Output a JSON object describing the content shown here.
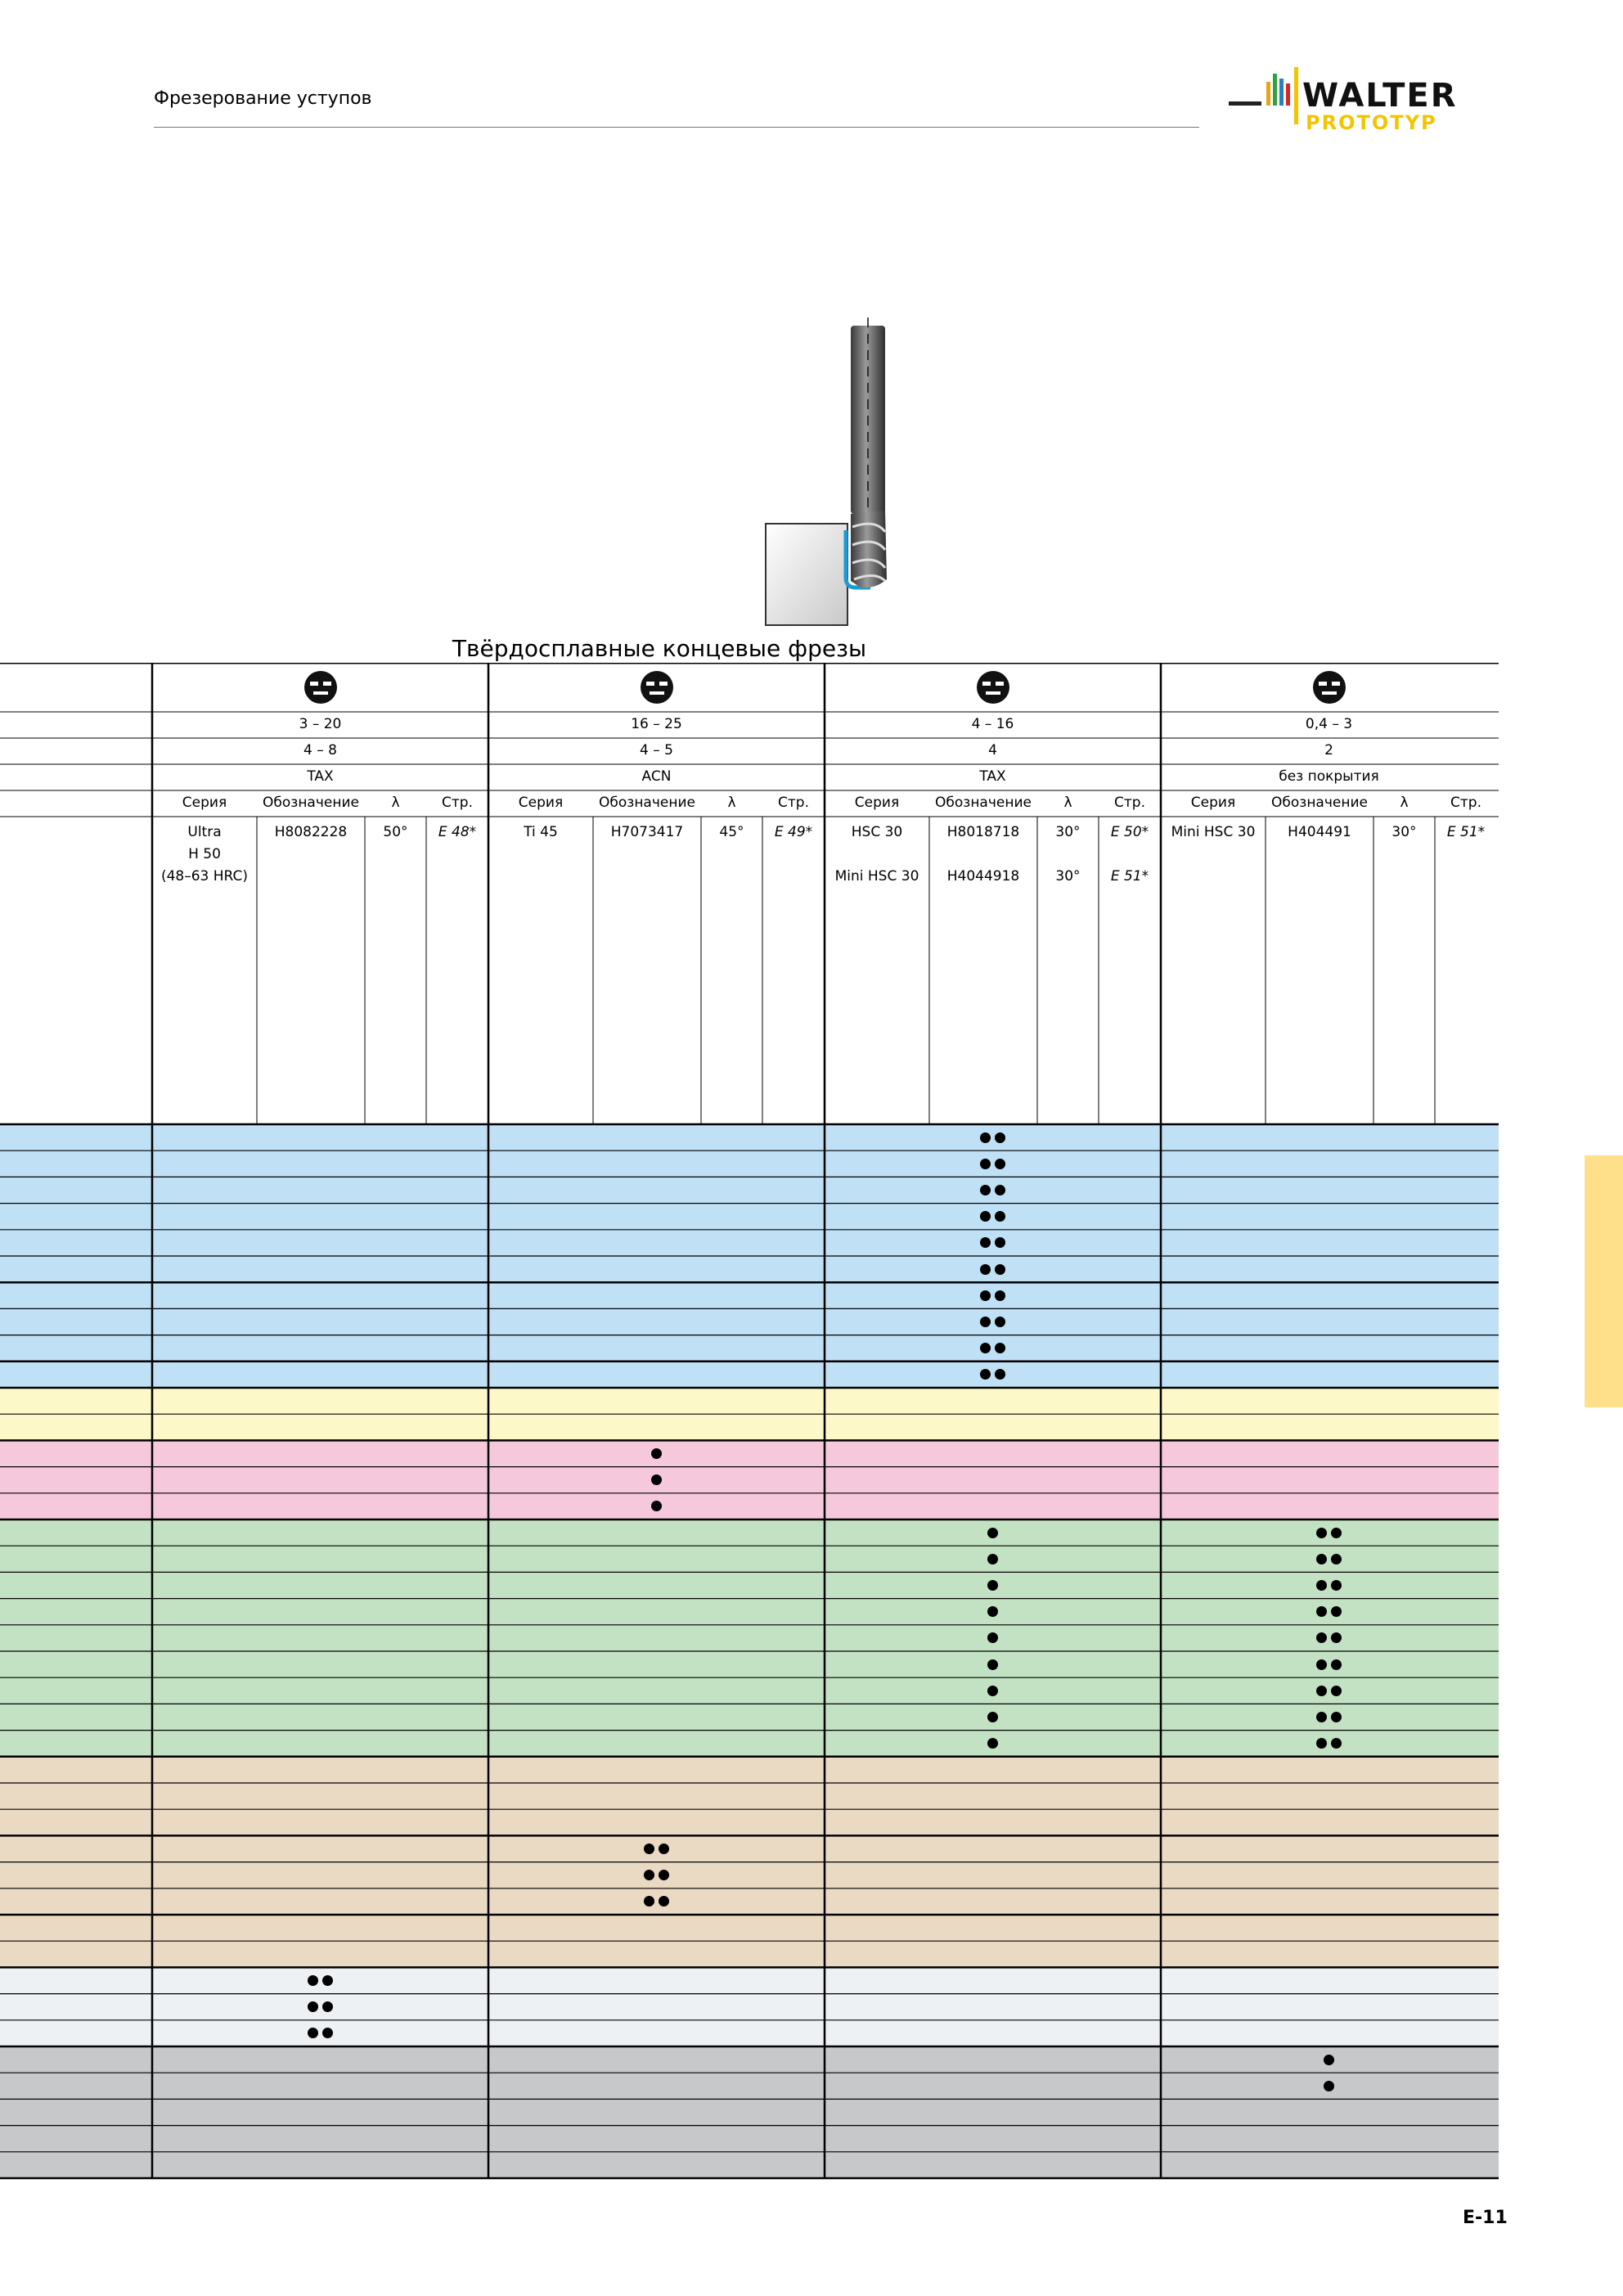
{
  "header": {
    "title": "Фрезерование уступов"
  },
  "logo": {
    "brand": "WALTER",
    "sub": "PROTOTYP"
  },
  "section_title": "Твёрдосплавные концевые фрезы",
  "page_number": "E-11",
  "groups": [
    {
      "range": "3 – 20",
      "teeth": "4 – 8",
      "coating": "TAX",
      "col_labels": [
        "Серия",
        "Обозначение",
        "λ",
        "Стр."
      ],
      "rows": [
        {
          "series": "Ultra\nH 50\n(48–63 HRC)",
          "designation": "H8082228",
          "lambda": "50°",
          "page": "E 48*"
        }
      ]
    },
    {
      "range": "16 – 25",
      "teeth": "4 – 5",
      "coating": "ACN",
      "col_labels": [
        "Серия",
        "Обозначение",
        "λ",
        "Стр."
      ],
      "rows": [
        {
          "series": "Ti 45",
          "designation": "H7073417",
          "lambda": "45°",
          "page": "E 49*"
        }
      ]
    },
    {
      "range": "4 – 16",
      "teeth": "4",
      "coating": "TAX",
      "col_labels": [
        "Серия",
        "Обозначение",
        "λ",
        "Стр."
      ],
      "rows": [
        {
          "series": "HSC 30",
          "designation": "H8018718",
          "lambda": "30°",
          "page": "E 50*"
        },
        {
          "series": "Mini HSC 30",
          "designation": "H4044918",
          "lambda": "30°",
          "page": "E 51*"
        }
      ]
    },
    {
      "range": "0,4 – 3",
      "teeth": "2",
      "coating": "без покрытия",
      "col_labels": [
        "Серия",
        "Обозначение",
        "λ",
        "Стр."
      ],
      "rows": [
        {
          "series": "Mini HSC 30",
          "designation": "H404491",
          "lambda": "30°",
          "page": "E 51*"
        }
      ]
    }
  ],
  "material_band_colors": {
    "P": "#bfe0f5",
    "M": "#fdf8c8",
    "K": "#f6c8dc",
    "N": "#c3e2c3",
    "S": "#ead9c3",
    "H": "#eef1f4",
    "O": "#c7c8ca"
  },
  "material_rows": [
    {
      "band": "P",
      "marks": [
        0,
        0,
        2,
        0
      ]
    },
    {
      "band": "P",
      "marks": [
        0,
        0,
        2,
        0
      ]
    },
    {
      "band": "P",
      "marks": [
        0,
        0,
        2,
        0
      ]
    },
    {
      "band": "P",
      "marks": [
        0,
        0,
        2,
        0
      ]
    },
    {
      "band": "P",
      "marks": [
        0,
        0,
        2,
        0
      ]
    },
    {
      "band": "P",
      "marks": [
        0,
        0,
        2,
        0
      ]
    },
    {
      "band": "P",
      "marks": [
        0,
        0,
        2,
        0
      ]
    },
    {
      "band": "P",
      "marks": [
        0,
        0,
        2,
        0
      ]
    },
    {
      "band": "P",
      "marks": [
        0,
        0,
        2,
        0
      ]
    },
    {
      "band": "P",
      "marks": [
        0,
        0,
        2,
        0
      ]
    },
    {
      "band": "M",
      "marks": [
        0,
        0,
        0,
        0
      ]
    },
    {
      "band": "M",
      "marks": [
        0,
        0,
        0,
        0
      ]
    },
    {
      "band": "K",
      "marks": [
        0,
        1,
        0,
        0
      ]
    },
    {
      "band": "K",
      "marks": [
        0,
        1,
        0,
        0
      ]
    },
    {
      "band": "K",
      "marks": [
        0,
        1,
        0,
        0
      ]
    },
    {
      "band": "N",
      "marks": [
        0,
        0,
        1,
        2
      ]
    },
    {
      "band": "N",
      "marks": [
        0,
        0,
        1,
        2
      ]
    },
    {
      "band": "N",
      "marks": [
        0,
        0,
        1,
        2
      ]
    },
    {
      "band": "N",
      "marks": [
        0,
        0,
        1,
        2
      ]
    },
    {
      "band": "N",
      "marks": [
        0,
        0,
        1,
        2
      ]
    },
    {
      "band": "N",
      "marks": [
        0,
        0,
        1,
        2
      ]
    },
    {
      "band": "N",
      "marks": [
        0,
        0,
        1,
        2
      ]
    },
    {
      "band": "N",
      "marks": [
        0,
        0,
        1,
        2
      ]
    },
    {
      "band": "N",
      "marks": [
        0,
        0,
        1,
        2
      ]
    },
    {
      "band": "S",
      "marks": [
        0,
        0,
        0,
        0
      ]
    },
    {
      "band": "S",
      "marks": [
        0,
        0,
        0,
        0
      ]
    },
    {
      "band": "S",
      "marks": [
        0,
        0,
        0,
        0
      ]
    },
    {
      "band": "S",
      "marks": [
        0,
        2,
        0,
        0
      ]
    },
    {
      "band": "S",
      "marks": [
        0,
        2,
        0,
        0
      ]
    },
    {
      "band": "S",
      "marks": [
        0,
        2,
        0,
        0
      ]
    },
    {
      "band": "S",
      "marks": [
        0,
        0,
        0,
        0
      ]
    },
    {
      "band": "S",
      "marks": [
        0,
        0,
        0,
        0
      ]
    },
    {
      "band": "H",
      "marks": [
        2,
        0,
        0,
        0
      ]
    },
    {
      "band": "H",
      "marks": [
        2,
        0,
        0,
        0
      ]
    },
    {
      "band": "H",
      "marks": [
        2,
        0,
        0,
        0
      ]
    },
    {
      "band": "O",
      "marks": [
        0,
        0,
        0,
        1
      ]
    },
    {
      "band": "O",
      "marks": [
        0,
        0,
        0,
        1
      ]
    },
    {
      "band": "O",
      "marks": [
        0,
        0,
        0,
        0
      ]
    },
    {
      "band": "O",
      "marks": [
        0,
        0,
        0,
        0
      ]
    },
    {
      "band": "O",
      "marks": [
        0,
        0,
        0,
        0
      ]
    }
  ],
  "icons": {
    "group_icon": "shank-tool-icon",
    "tool_illustration": "end-mill-illustration-icon",
    "mark": "suitability-dot-icon"
  }
}
